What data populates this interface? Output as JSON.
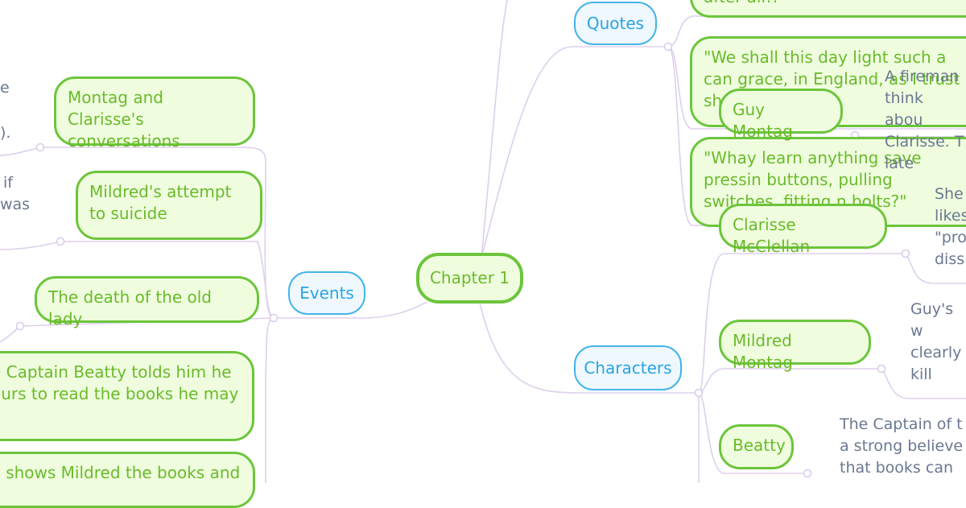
{
  "root": {
    "label": "Chapter 1"
  },
  "branches": {
    "events": {
      "label": "Events"
    },
    "quotes": {
      "label": "Quotes"
    },
    "characters": {
      "label": "Characters"
    }
  },
  "events": [
    {
      "text": "Montag and Clarisse's conversations"
    },
    {
      "text": "Mildred's attempt to suicide"
    },
    {
      "text": "The death of the old lady"
    },
    {
      "text": "e Captain Beatty tolds him he ours to read the books he may"
    },
    {
      "text": "y shows Mildred the books and"
    }
  ],
  "quotes": [
    {
      "text": "after all!!"
    },
    {
      "text": "\"We shall this day light such a can grace, in England, as I trust shall n ou"
    },
    {
      "text": "\"Whay learn anything save pressin buttons, pulling switches, fitting n bolts?\""
    }
  ],
  "characters": [
    {
      "name": "Guy Montag",
      "note": "A fireman think abou Clarisse. T late"
    },
    {
      "name": "Clarisse McClellan",
      "note": "She likes \"pro diss"
    },
    {
      "name": "Mildred Montag",
      "note": "Guy's w clearly kill hers obligat"
    },
    {
      "name": "Beatty",
      "note": "The Captain of t a strong believe that books can c"
    }
  ],
  "left_notes": [
    "e",
    ").",
    "if",
    "was"
  ]
}
